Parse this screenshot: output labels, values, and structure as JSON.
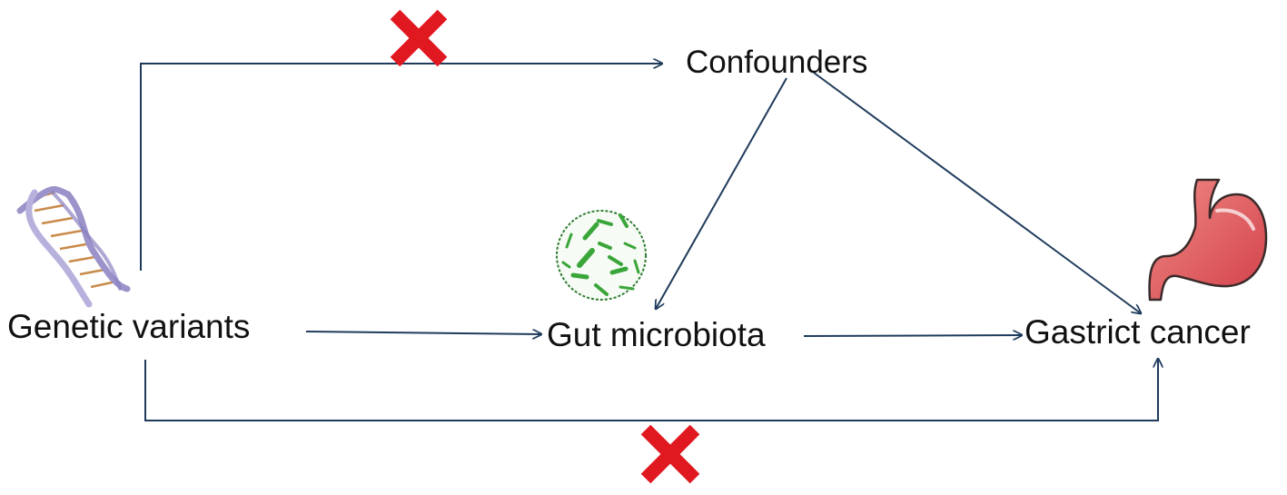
{
  "nodes": {
    "genetic_variants": "Genetic variants",
    "gut_microbiota": "Gut microbiota",
    "gastric_cancer": "Gastrict cancer",
    "confounders": "Confounders"
  },
  "icons": {
    "genetic_variants": "dna-helix-icon",
    "gut_microbiota": "bacteria-icon",
    "gastric_cancer": "stomach-icon",
    "blocked_path": "red-x-icon"
  },
  "colors": {
    "arrow": "#1f3b5c",
    "cross": "#e0181f",
    "dna_strand": "#9b93c9",
    "dna_rung": "#c98a4a",
    "bacteria": "#3aa63a",
    "stomach": "#e0555a"
  }
}
